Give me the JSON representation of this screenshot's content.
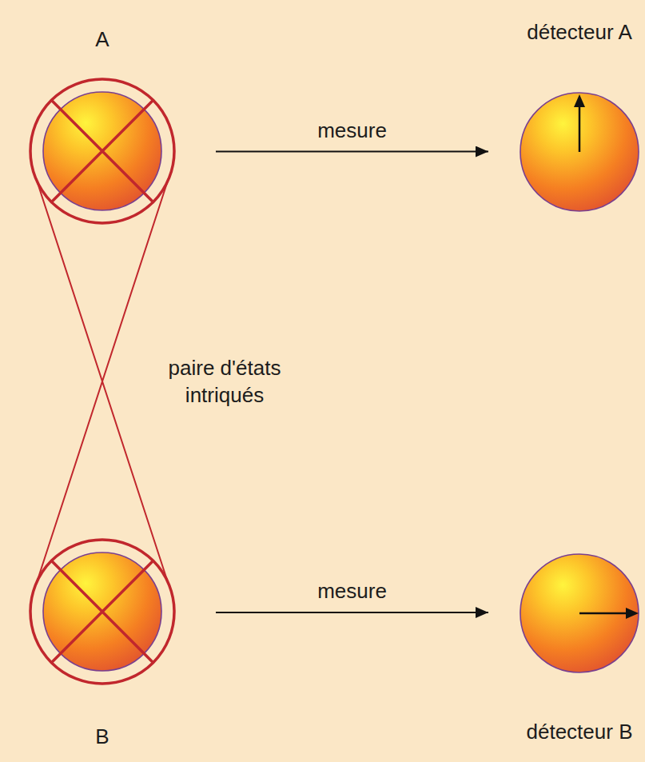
{
  "diagram": {
    "nodes": [
      {
        "text": [
          "A"
        ]
      },
      {
        "text": [
          "détecteur A"
        ]
      },
      {
        "text": [
          "B"
        ]
      },
      {
        "text": [
          "détecteur B"
        ]
      }
    ],
    "edges": [
      {
        "from": 0,
        "to": 1,
        "arrow": "to",
        "label": "mesure"
      },
      {
        "from": 2,
        "to": 3,
        "arrow": "to",
        "label": "mesure"
      },
      {
        "from": 0,
        "to": 2,
        "arrow": "none",
        "label": "paire d'états intriqués"
      }
    ]
  }
}
